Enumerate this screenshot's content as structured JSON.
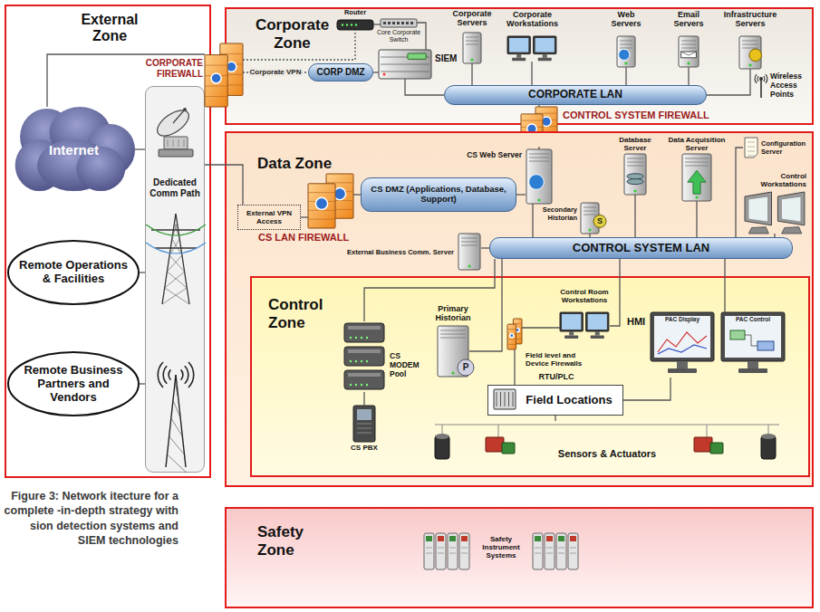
{
  "diagram": {
    "caption": "Figure 3: Network itecture for a complete -in-depth strategy with sion detection systems and SIEM technologies",
    "nodes": [
      {
        "text": [
          "External Zone"
        ]
      },
      {
        "text": [
          "Internet"
        ],
        "in": 0
      },
      {
        "text": [
          "Remote Operations & Facilities"
        ],
        "in": 0
      },
      {
        "text": [
          "Remote Business Partners and Vendors"
        ],
        "in": 0
      },
      {
        "text": [
          "Dedicated Comm Path"
        ],
        "in": 0
      },
      {
        "text": [
          "Corporate Zone"
        ]
      },
      {
        "text": [
          "CORPORATE FIREWALL"
        ]
      },
      {
        "text": [
          "Router"
        ],
        "in": 5
      },
      {
        "text": [
          "Core Corporate Switch"
        ],
        "in": 5
      },
      {
        "text": [
          "CORP DMZ"
        ],
        "in": 5
      },
      {
        "text": [
          "SIEM"
        ],
        "in": 5
      },
      {
        "text": [
          "Corporate Servers"
        ],
        "in": 5
      },
      {
        "text": [
          "Corporate Workstations"
        ],
        "in": 5
      },
      {
        "text": [
          "Web Servers"
        ],
        "in": 5
      },
      {
        "text": [
          "Email Servers"
        ],
        "in": 5
      },
      {
        "text": [
          "Infrastructure Servers"
        ],
        "in": 5
      },
      {
        "text": [
          "Wireless Access Points"
        ],
        "in": 5
      },
      {
        "text": [
          "CORPORATE LAN"
        ],
        "in": 5
      },
      {
        "text": [
          "CONTROL SYSTEM FIREWALL"
        ]
      },
      {
        "text": [
          "Data Zone"
        ]
      },
      {
        "text": [
          "External VPN Access"
        ],
        "in": 19
      },
      {
        "text": [
          "CS LAN FIREWALL"
        ],
        "in": 19
      },
      {
        "text": [
          "CS DMZ (Applications, Database, Support)"
        ],
        "in": 19
      },
      {
        "text": [
          "CS Web Server"
        ],
        "in": 19
      },
      {
        "text": [
          "Database Server"
        ],
        "in": 19
      },
      {
        "text": [
          "Data Acquisition Server"
        ],
        "in": 19
      },
      {
        "text": [
          "Configuration Server"
        ],
        "in": 19
      },
      {
        "text": [
          "Control Workstations"
        ],
        "in": 19
      },
      {
        "text": [
          "Secondary Historian"
        ],
        "in": 19
      },
      {
        "text": [
          "CONTROL SYSTEM LAN"
        ],
        "in": 19
      },
      {
        "text": [
          "External Business Comm. Server"
        ],
        "in": 19
      },
      {
        "text": [
          "Control Zone"
        ],
        "in": 19
      },
      {
        "text": [
          "CS MODEM Pool"
        ],
        "in": 31
      },
      {
        "text": [
          "CS PBX"
        ],
        "in": 31
      },
      {
        "text": [
          "Primary Historian"
        ],
        "in": 31
      },
      {
        "text": [
          "Control Room Workstations"
        ],
        "in": 31
      },
      {
        "text": [
          "Field level and Device Firewalls"
        ],
        "in": 31
      },
      {
        "text": [
          "RTU/PLC",
          "Field Locations"
        ],
        "in": 31
      },
      {
        "text": [
          "HMI"
        ],
        "in": 31
      },
      {
        "text": [
          "Sensors & Actuators"
        ],
        "in": 31
      },
      {
        "text": [
          "Safety Zone"
        ]
      },
      {
        "text": [
          "Safety Instrument Systems"
        ],
        "in": 40
      }
    ],
    "edges": [
      {
        "from": 1,
        "to": 6,
        "arrow": "none"
      },
      {
        "from": 6,
        "to": 7,
        "arrow": "none"
      },
      {
        "from": 7,
        "to": 8,
        "arrow": "none"
      },
      {
        "from": 6,
        "to": 9,
        "label": "Corporate VPN",
        "arrow": "none"
      },
      {
        "from": 8,
        "to": 10,
        "arrow": "none"
      },
      {
        "from": 9,
        "to": 10,
        "arrow": "none"
      },
      {
        "from": 10,
        "to": 17,
        "arrow": "none"
      },
      {
        "from": 11,
        "to": 17,
        "arrow": "none"
      },
      {
        "from": 12,
        "to": 17,
        "arrow": "none"
      },
      {
        "from": 13,
        "to": 17,
        "arrow": "none"
      },
      {
        "from": 14,
        "to": 17,
        "arrow": "none"
      },
      {
        "from": 15,
        "to": 17,
        "arrow": "none"
      },
      {
        "from": 17,
        "to": 18,
        "arrow": "none"
      },
      {
        "from": 18,
        "to": 23,
        "arrow": "none"
      },
      {
        "from": 2,
        "to": 4,
        "arrow": "none"
      },
      {
        "from": 3,
        "to": 4,
        "arrow": "none"
      },
      {
        "from": 1,
        "to": 4,
        "arrow": "none"
      },
      {
        "from": 4,
        "to": 20,
        "arrow": "none"
      },
      {
        "from": 20,
        "to": 21,
        "arrow": "none"
      },
      {
        "from": 21,
        "to": 22,
        "arrow": "none"
      },
      {
        "from": 22,
        "to": 23,
        "arrow": "none"
      },
      {
        "from": 23,
        "to": 29,
        "arrow": "none"
      },
      {
        "from": 24,
        "to": 29,
        "arrow": "none"
      },
      {
        "from": 25,
        "to": 29,
        "arrow": "none"
      },
      {
        "from": 28,
        "to": 29,
        "arrow": "none"
      },
      {
        "from": 27,
        "to": 29,
        "arrow": "none"
      },
      {
        "from": 26,
        "to": 29,
        "arrow": "none"
      },
      {
        "from": 30,
        "to": 29,
        "arrow": "none"
      },
      {
        "from": 29,
        "to": 32,
        "arrow": "none"
      },
      {
        "from": 32,
        "to": 33,
        "arrow": "none"
      },
      {
        "from": 29,
        "to": 34,
        "arrow": "none"
      },
      {
        "from": 29,
        "to": 35,
        "arrow": "none"
      },
      {
        "from": 29,
        "to": 38,
        "arrow": "none"
      },
      {
        "from": 35,
        "to": 36,
        "arrow": "none"
      },
      {
        "from": 36,
        "to": 37,
        "arrow": "none"
      },
      {
        "from": 38,
        "to": 37,
        "arrow": "none"
      },
      {
        "from": 37,
        "to": 39,
        "arrow": "none"
      }
    ],
    "labels": [
      "PAC Display",
      "PAC Control",
      "S",
      "P"
    ]
  }
}
